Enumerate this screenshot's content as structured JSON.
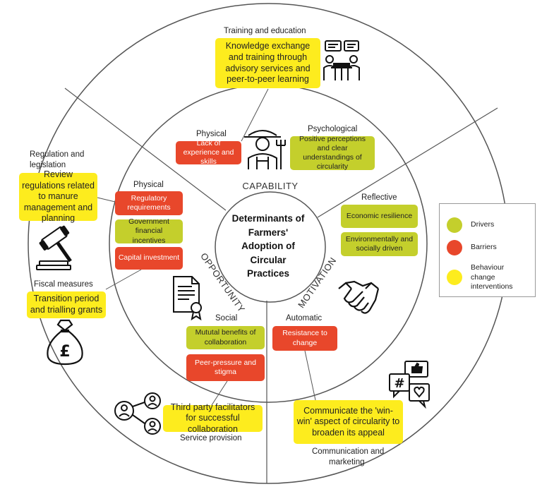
{
  "colors": {
    "driver": "#c4cf2c",
    "barrier": "#e8472b",
    "intervention": "#fdec1e",
    "ring_lines": "#555555"
  },
  "center": {
    "title_lines": [
      "Determinants of",
      "Farmers'",
      "Adoption of",
      "Circular",
      "Practices"
    ]
  },
  "sectors": {
    "capability": "CAPABILITY",
    "opportunity": "OPPORTUNITY",
    "motivation": "MOTIVATION"
  },
  "sub_labels": {
    "capability_physical": "Physical",
    "capability_psychological": "Psychological",
    "opportunity_physical": "Physical",
    "opportunity_social": "Social",
    "motivation_reflective": "Reflective",
    "motivation_automatic": "Automatic"
  },
  "determinants": {
    "lack_experience": "Lack of experience and skills",
    "positive_perceptions": "Positive perceptions and clear understandings of circularity",
    "regulatory_requirements": "Regulatory requirements",
    "government_incentives": "Government financial incentives",
    "capital_investment": "Capital investment",
    "economic_resilience": "Economic resilience",
    "environmentally_driven": "Environmentally and socially driven",
    "mutual_benefits": "Mututal benefits of collaboration",
    "peer_pressure": "Peer-pressure and stigma",
    "resistance_change": "Resistance to change"
  },
  "intervention_categories": {
    "training": "Training and education",
    "regulation_line1": "Regulation and",
    "regulation_line2": "legislation",
    "fiscal": "Fiscal measures",
    "service": "Service provision",
    "communication_line1": "Communication and",
    "communication_line2": "marketing"
  },
  "interventions": {
    "knowledge_exchange": "Knowledge exchange and training through advisory services and peer-to-peer learning",
    "review_regulations": "Review regulations related to manure management and planning",
    "transition_grants": "Transition period and trialling grants",
    "third_party": "Third party facilitators for successful collaboration",
    "communicate_win": "Communicate the 'win-win' aspect of circularity to broaden its appeal"
  },
  "icons": {
    "hashtag_glyph": "#",
    "pound_glyph": "£",
    "list": [
      "meeting-icon",
      "farmer-icon",
      "gavel-icon",
      "handshake-icon",
      "certificate-icon",
      "money-bag-icon",
      "network-icon",
      "social-media-icon"
    ]
  },
  "legend": {
    "drivers": "Drivers",
    "barriers": "Barriers",
    "interventions": "Behaviour change interventions"
  }
}
